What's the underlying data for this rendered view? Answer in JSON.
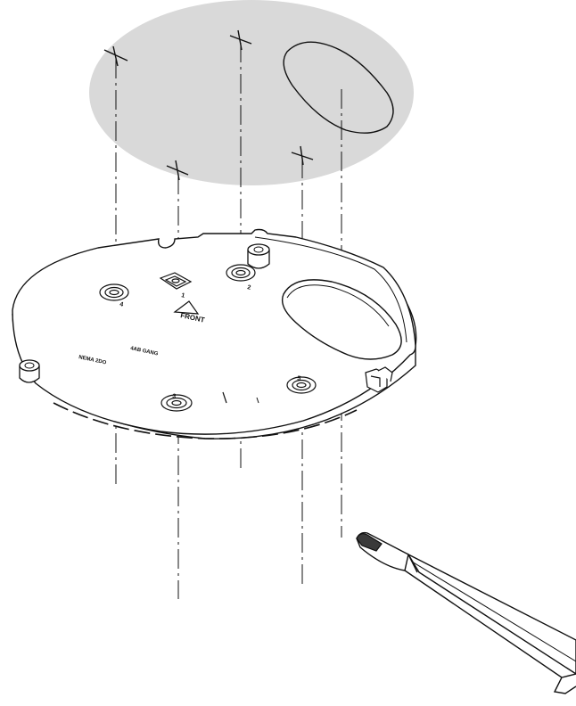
{
  "colors": {
    "ceiling": "#d9d9d9",
    "line": "#111111",
    "plate": "#ffffff",
    "pencil_tip": "#3a3a3a"
  },
  "plate_labels": {
    "hole_4_mark": "4",
    "hole_1_mark": "1",
    "hole_2_mark": "2",
    "front": "FRONT",
    "hole_3_mark": "3",
    "hole_5_mark": "5",
    "marking_a": "NEMA 2DO",
    "marking_b": "4AB GANG"
  },
  "icons": [
    "ceiling-surface",
    "cross-mark-icon",
    "mounting-plate",
    "pencil-icon",
    "front-arrow-icon"
  ]
}
